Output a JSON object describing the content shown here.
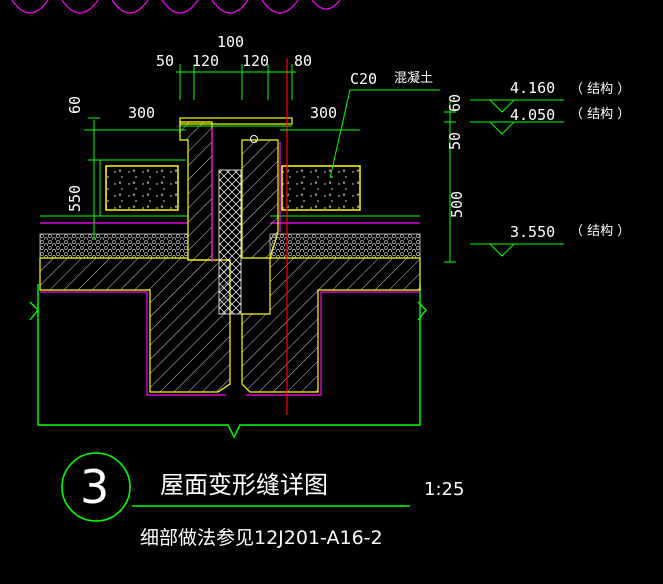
{
  "dims_top": {
    "total": "100",
    "d1": "50",
    "d2": "120",
    "d3": "120",
    "d4": "80"
  },
  "dims_side": {
    "left_300": "300",
    "right_300": "300",
    "left_60": "60",
    "left_550": "550",
    "right_60": "60",
    "right_50": "50",
    "right_500": "500"
  },
  "material": {
    "grade": "C20",
    "name": "混凝土"
  },
  "levels": [
    {
      "value": "4.160",
      "note": "（ 结构 ）"
    },
    {
      "value": "4.050",
      "note": "（ 结构 ）"
    },
    {
      "value": "3.550",
      "note": "（ 结构 ）"
    }
  ],
  "title_block": {
    "number": "3",
    "title": "屋面变形缝详图",
    "scale": "1:25",
    "reference": "细部做法参见12J201-A16-2"
  },
  "colors": {
    "background": "#000000",
    "structure": "#00ff00",
    "concrete_fill": "#ffff00",
    "membrane": "#ff00ff",
    "center_line": "#ff0000",
    "text": "#ffffff",
    "insulation": "#cccccc"
  }
}
